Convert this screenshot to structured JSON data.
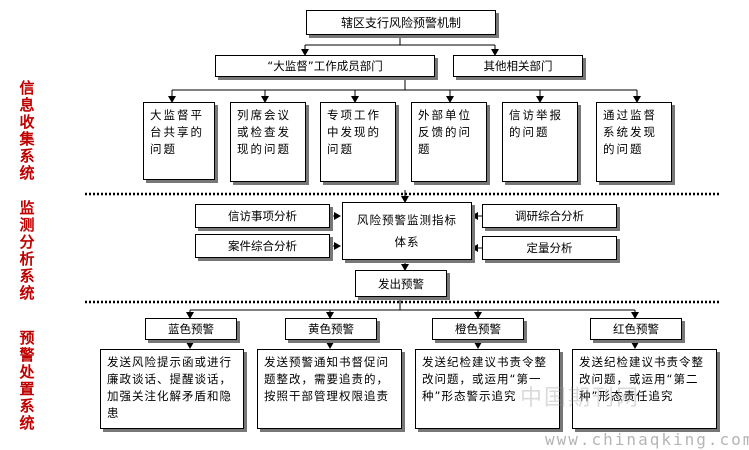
{
  "title": "辖区支行风险预警机制",
  "collect": {
    "left_top": "“大监督”工作成员部门",
    "right_top": "其他相关部门",
    "items": [
      "大监督平台共享的问题",
      "列席会议或检查发现的问题",
      "专项工作中发现的问题",
      "外部单位反馈的问题",
      "信访举报的问题",
      "通过监督系统发现的问题"
    ]
  },
  "monitor": {
    "left1": "信访事项分析",
    "left2": "案件综合分析",
    "center": "风险预警监测指标体系",
    "right1": "调研综合分析",
    "right2": "定量分析",
    "issue": "发出预警"
  },
  "warnings": [
    {
      "level": "蓝色预警",
      "action": "发送风险提示函或进行廉政谈话、提醒谈话，加强关注化解矛盾和隐患"
    },
    {
      "level": "黄色预警",
      "action": "发送预警通知书督促问题整改，需要追责的，按照干部管理权限追责"
    },
    {
      "level": "橙色预警",
      "action": "发送纪检建议书责令整改问题，或运用“第一种”形态警示追究"
    },
    {
      "level": "红色预警",
      "action": "发送纪检建议书责令整改问题，或运用“第二种”形态责任追究"
    }
  ],
  "side_labels": [
    "信息收集系统",
    "监测分析系统",
    "预警处置系统"
  ],
  "watermark": {
    "url": "www.chinaqking.com",
    "cn": "中国期刊网"
  }
}
